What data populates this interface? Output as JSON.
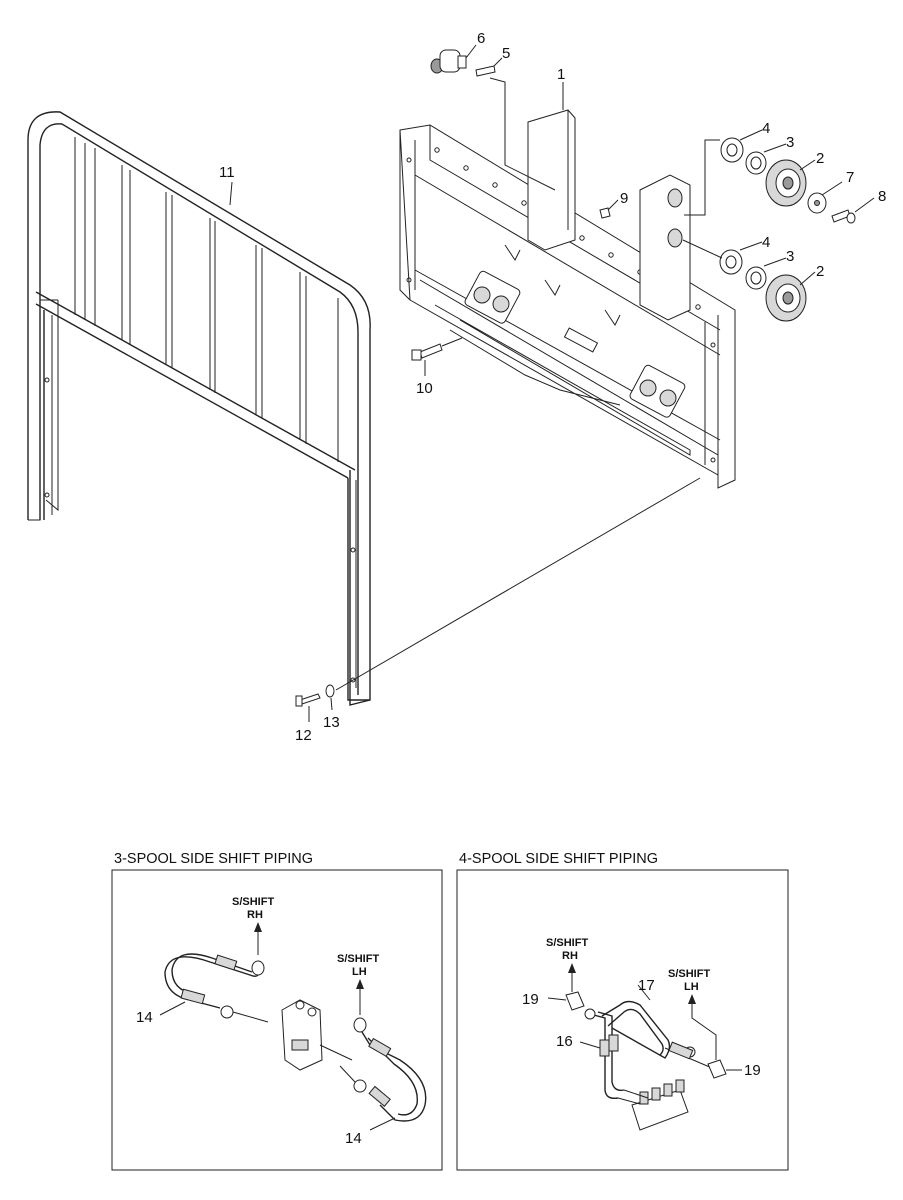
{
  "callouts": {
    "c1": "1",
    "c2a": "2",
    "c2b": "2",
    "c3a": "3",
    "c3b": "3",
    "c4a": "4",
    "c4b": "4",
    "c5": "5",
    "c6": "6",
    "c7": "7",
    "c8": "8",
    "c9": "9",
    "c10": "10",
    "c11": "11",
    "c12": "12",
    "c13": "13",
    "c14a": "14",
    "c14b": "14",
    "c16": "16",
    "c17": "17",
    "c19a": "19",
    "c19b": "19"
  },
  "panels": {
    "left": {
      "title": "3-SPOOL SIDE SHIFT PIPING",
      "rh_line1": "S/SHIFT",
      "rh_line2": "RH",
      "lh_line1": "S/SHIFT",
      "lh_line2": "LH"
    },
    "right": {
      "title": "4-SPOOL SIDE SHIFT PIPING",
      "rh_line1": "S/SHIFT",
      "rh_line2": "RH",
      "lh_line1": "S/SHIFT",
      "lh_line2": "LH"
    }
  },
  "colors": {
    "line": "#222222",
    "shade": "#d8d8d8",
    "background": "#ffffff"
  }
}
